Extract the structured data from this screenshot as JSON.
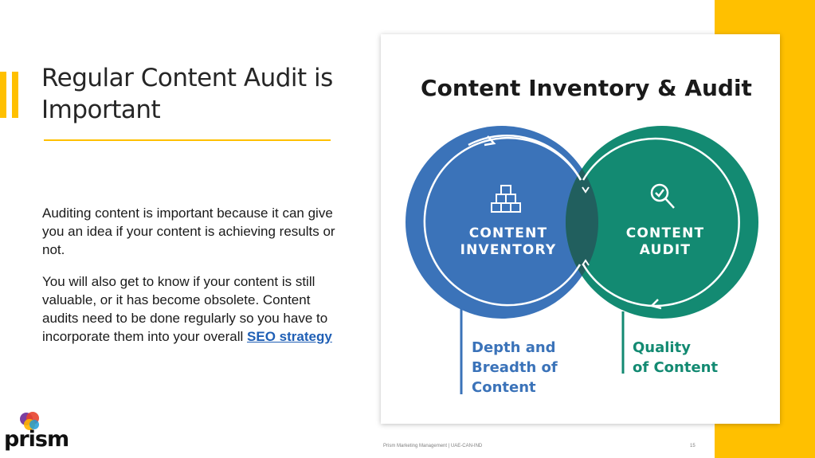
{
  "slide": {
    "title": "Regular Content Audit is Important",
    "paragraph_1": "Auditing content is important because it can give you an idea if your content is achieving results or not.",
    "paragraph_2_text": "You will also get to know if your content is still valuable, or it has become obsolete. Content audits need to be done regularly so you have to incorporate them into your overall",
    "paragraph_2_link": "SEO strategy"
  },
  "figure": {
    "heading": "Content Inventory & Audit",
    "left_circle_line1": "CONTENT",
    "left_circle_line2": "INVENTORY",
    "right_circle_line1": "CONTENT",
    "right_circle_line2": "AUDIT",
    "left_caption_line1": "Depth and",
    "left_caption_line2": "Breadth of",
    "left_caption_line3": "Content",
    "right_caption_line1": "Quality",
    "right_caption_line2": "of Content",
    "left_icon": "blocks-icon",
    "right_icon": "magnifier-check-icon"
  },
  "footer": {
    "company": "Prism Marketing Management | UAE-CAN-IND",
    "page_number": "15"
  },
  "logo": {
    "wordmark": "prism"
  },
  "colors": {
    "accent_yellow": "#ffc000",
    "circle_blue": "#3b73b9",
    "circle_green": "#138a72",
    "overlap": "#215f5e",
    "link_blue": "#1f5fb5"
  }
}
